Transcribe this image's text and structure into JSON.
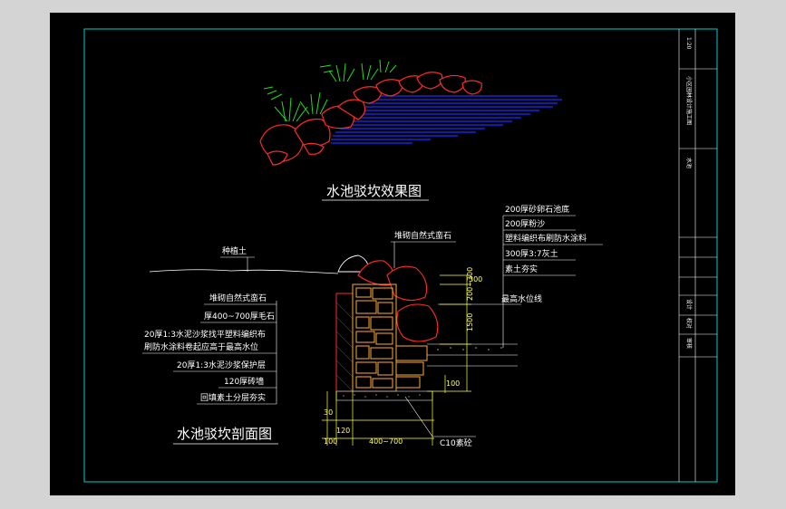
{
  "colors": {
    "background": "#000000",
    "frame": "#00cccc",
    "rock": "#ff2a2a",
    "water": "#1f2dff",
    "grass": "#22dd22",
    "wall": "#ffaa33",
    "dim": "#ffff33",
    "ground": "#ffffff"
  },
  "effect": {
    "title": "水池驳坎效果图"
  },
  "section": {
    "title": "水池驳坎剖面图",
    "plant_label": "种植土",
    "stone_top_label": "堆砌自然式蛮石",
    "water_level_label": "最高水位线",
    "right_layers": [
      "200厚砂卵石池底",
      "200厚粉沙",
      "塑料编织布刷防水涂料",
      "300厚3:7灰土",
      "素土夯实"
    ],
    "left_layers": [
      "堆砌自然式蛮石",
      "厚400~700厚毛石",
      "20厚1:3水泥沙浆找平塑料编织布",
      "刷防水涂料卷起应高于最高水位",
      "20厚1:3水泥沙浆保护层",
      "120厚砖墙",
      "回填素土分层夯实"
    ],
    "c10_label": "C10素砼",
    "dims": {
      "d300": "300",
      "d200_300": "200~300",
      "d1500": "1500",
      "d100": "100",
      "d30": "30",
      "d120": "120",
      "d100b": "100",
      "d400_700": "400~700"
    }
  },
  "titleblock": {
    "project": "小区园林设计施工图",
    "drawing": "水池",
    "scale": "1:20",
    "designer": "设计",
    "checker": "校对",
    "approver": "审核"
  }
}
